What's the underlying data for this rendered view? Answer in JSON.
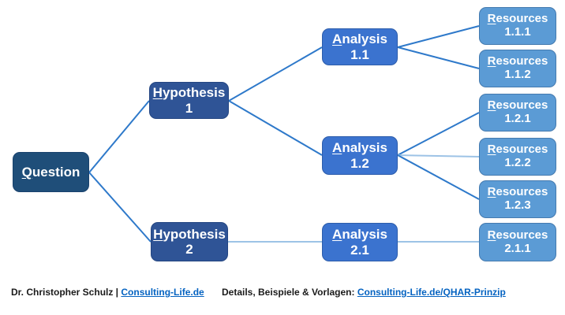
{
  "title": "QHAR principle tree diagram",
  "nodes": {
    "question": {
      "u": "Q",
      "rest": "uestion"
    },
    "hypothesis1": {
      "u": "H",
      "rest": "ypothesis 1"
    },
    "hypothesis2": {
      "u": "H",
      "rest": "ypothesis 2"
    },
    "analysis11": {
      "u": "A",
      "rest": "nalysis 1.1"
    },
    "analysis12": {
      "u": "A",
      "rest": "nalysis 1.2"
    },
    "analysis21": {
      "u": "A",
      "rest": "nalysis 2.1"
    },
    "res111": {
      "u": "R",
      "rest": "esources",
      "line2": "1.1.1"
    },
    "res112": {
      "u": "R",
      "rest": "esources",
      "line2": "1.1.2"
    },
    "res121": {
      "u": "R",
      "rest": "esources",
      "line2": "1.2.1"
    },
    "res122": {
      "u": "R",
      "rest": "esources",
      "line2": "1.2.2"
    },
    "res123": {
      "u": "R",
      "rest": "esources",
      "line2": "1.2.3"
    },
    "res211": {
      "u": "R",
      "rest": "esources",
      "line2": "2.1.1"
    }
  },
  "colors": {
    "question_fill": "#1F4E79",
    "hypothesis_fill": "#2F5496",
    "analysis_fill": "#3B73CF",
    "resources_fill": "#5B9BD5",
    "connector_strong": "#2E79CA",
    "connector_light": "#9DC3E6",
    "link": "#0563C1",
    "text": "#FFFFFF"
  },
  "footer": {
    "author_prefix": "Dr. Christopher Schulz | ",
    "author_link": "Consulting-Life.de",
    "details_prefix": "Details, Beispiele & Vorlagen: ",
    "details_link": "Consulting-Life.de/QHAR-Prinzip"
  }
}
